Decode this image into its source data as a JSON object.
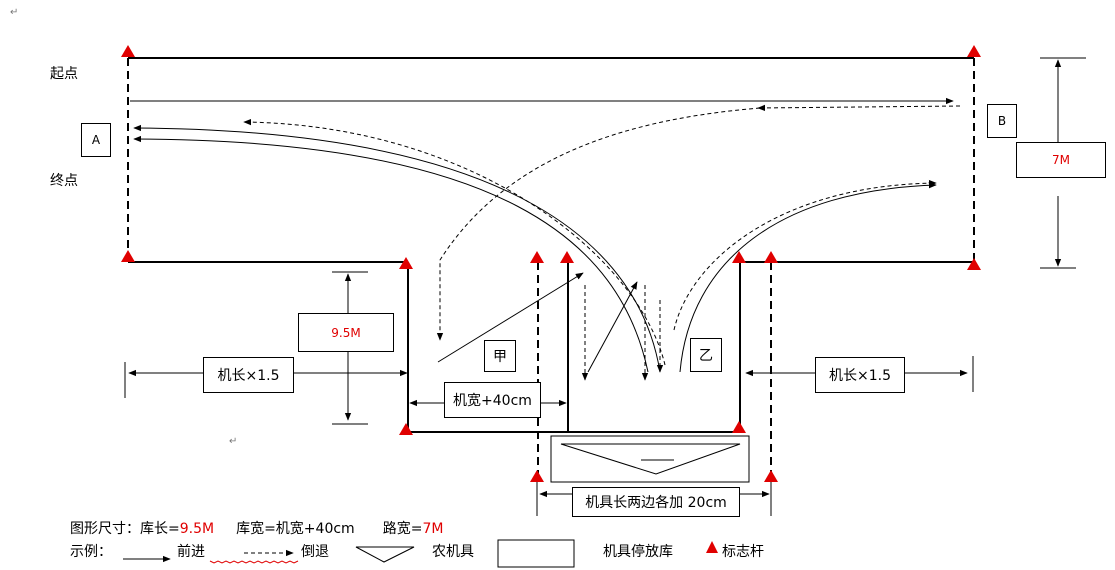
{
  "labels": {
    "start": "起点",
    "end": "终点",
    "point_a": "A",
    "point_b": "B",
    "jia": "甲",
    "yi": "乙"
  },
  "dimensions": {
    "road_width": "7M",
    "garage_length": "9.5M",
    "machine_length_left": "机长×1.5",
    "machine_length_right": "机长×1.5",
    "garage_width": "机宽+40cm",
    "machine_plus": "机具长两边各加 20cm"
  },
  "caption": {
    "prefix": "图形尺寸：库长=",
    "length_value": "9.5M",
    "width_label": "库宽=机宽+40cm",
    "road_label": "路宽=",
    "road_value": "7M"
  },
  "legend": {
    "title": "示例：",
    "forward": "前进",
    "reverse": "倒退",
    "machine": "农机具",
    "garage": "机具停放库",
    "marker": "标志杆"
  },
  "colors": {
    "marker": "#e00000",
    "line": "#000000",
    "accent_text": "#e00000"
  }
}
